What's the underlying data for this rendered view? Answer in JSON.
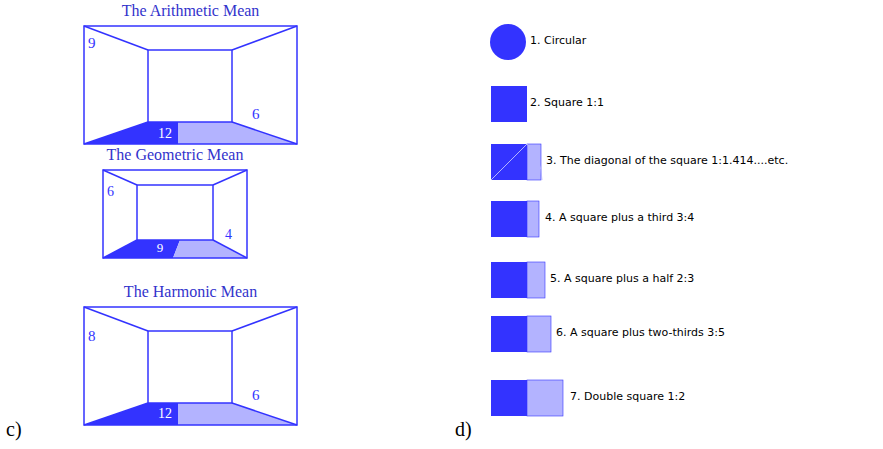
{
  "diagram": {
    "nodes": [
      {
        "text": [
          "The Arithmetic Mean",
          "9",
          "12",
          "6"
        ]
      },
      {
        "text": [
          "The Geometric Mean",
          "6",
          "9",
          "4"
        ]
      },
      {
        "text": [
          "The Harmonic Mean",
          "8",
          "12",
          "6"
        ]
      }
    ],
    "labels": [
      "1. Circular",
      "2. Square 1:1",
      "3. The diagonal of the square 1:1.414....etc.",
      "4. A square plus a third 3:4",
      "5. A square plus a half 2:3",
      "6. A square plus two-thirds 3:5",
      "7. Double square 1:2",
      "c)",
      "d)"
    ]
  }
}
